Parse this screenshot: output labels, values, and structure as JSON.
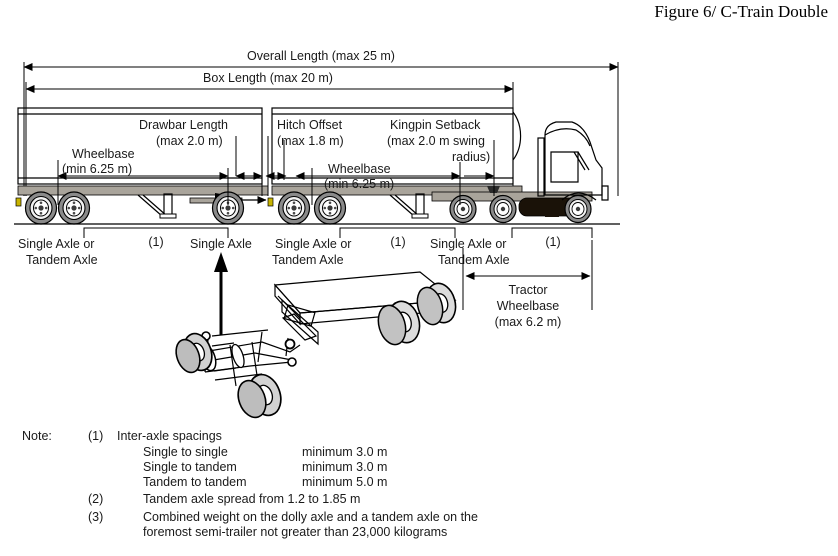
{
  "figure": {
    "title": "Figure 6/ C-Train Double"
  },
  "dimensions": {
    "overall_length": "Overall Length (max 25 m)",
    "box_length": "Box Length (max 20 m)",
    "drawbar_length_l1": "Drawbar Length",
    "drawbar_length_l2": "(max 2.0 m)",
    "hitch_offset_l1": "Hitch Offset",
    "hitch_offset_l2": "(max 1.8 m)",
    "kingpin_setback_l1": "Kingpin Setback",
    "kingpin_setback_l2": "(max 2.0 m swing",
    "kingpin_setback_l3": "radius)",
    "wheelbase_rear_l1": "Wheelbase",
    "wheelbase_rear_l2": "(min 6.25 m)",
    "wheelbase_front_l1": "Wheelbase",
    "wheelbase_front_l2": "(min 6.25 m)",
    "tractor_wheelbase_l1": "Tractor",
    "tractor_wheelbase_l2": "Wheelbase",
    "tractor_wheelbase_l3": "(max 6.2 m)"
  },
  "axle_labels": {
    "rear_trailer_l1": "Single Axle or",
    "rear_trailer_l2": "Tandem Axle",
    "dolly_l1": "Single Axle",
    "front_trailer_l1": "Single Axle or",
    "front_trailer_l2": "Tandem Axle",
    "tractor_l1": "Single Axle or",
    "tractor_l2": "Tandem Axle"
  },
  "spacing_marks": {
    "mark_1": "(1)",
    "mark_2": "(1)",
    "mark_3": "(1)"
  },
  "notes": {
    "heading": "Note:",
    "items": [
      {
        "num": "(1)",
        "title": "Inter-axle spacings",
        "rows": [
          {
            "label": "Single to single",
            "value": "minimum 3.0 m"
          },
          {
            "label": "Single to tandem",
            "value": "minimum 3.0 m"
          },
          {
            "label": "Tandem to tandem",
            "value": "minimum 5.0 m"
          }
        ]
      },
      {
        "num": "(2)",
        "title": "Tandem axle spread   from 1.2 to 1.85 m",
        "rows": []
      },
      {
        "num": "(3)",
        "title": "Combined weight on the dolly axle and a tandem axle on the",
        "title2": "foremost semi-trailer not greater than 23,000 kilograms",
        "rows": []
      }
    ]
  },
  "notes_flat": {
    "heading": "Note:",
    "n1_num": "(1)",
    "n1_title": "Inter-axle spacings",
    "n1_r1_label": "Single to single",
    "n1_r1_value": "minimum 3.0 m",
    "n1_r2_label": "Single to tandem",
    "n1_r2_value": "minimum 3.0 m",
    "n1_r3_label": "Tandem to tandem",
    "n1_r3_value": "minimum 5.0 m",
    "n2_num": "(2)",
    "n2_text": "Tandem axle spread   from 1.2 to 1.85 m",
    "n3_num": "(3)",
    "n3_text": "Combined weight on the dolly axle and a tandem axle on the",
    "n3_text2": "foremost semi-trailer not greater than 23,000 kilograms"
  },
  "colors": {
    "line": "#000000",
    "text": "#1a1a1a",
    "chassis": "#a9a49b",
    "tire": "#8a8a8a",
    "tire_dark": "#5e5e5e",
    "fuel_tank": "#1a1208",
    "dolly_shade": "#7d7d7d",
    "background": "#ffffff"
  }
}
